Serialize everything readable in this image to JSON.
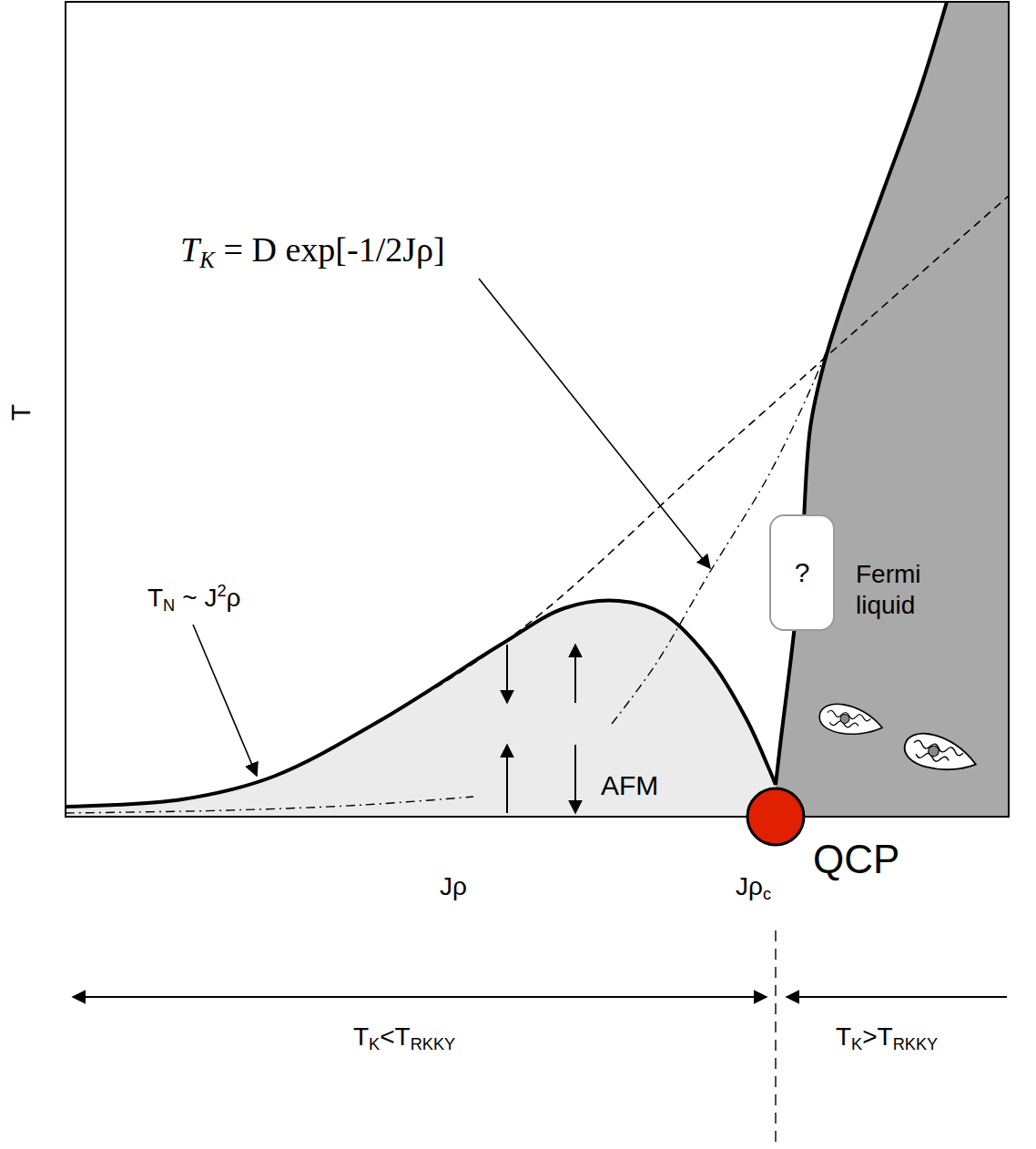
{
  "diagram": {
    "nodes": [
      {
        "text": [
          "AFM"
        ]
      },
      {
        "text": [
          "?"
        ]
      },
      {
        "text": [
          "Fermi liquid"
        ]
      }
    ],
    "labels": [
      "T",
      "T",
      "K",
      "= D exp[-1/2Jρ]",
      "T",
      "N",
      "~ J",
      "2",
      "ρ",
      "Jρ",
      "Jρ",
      "c",
      "QCP",
      "T",
      "K",
      "<T",
      "RKKY",
      "T",
      "K",
      ">T",
      "RKKY"
    ]
  }
}
